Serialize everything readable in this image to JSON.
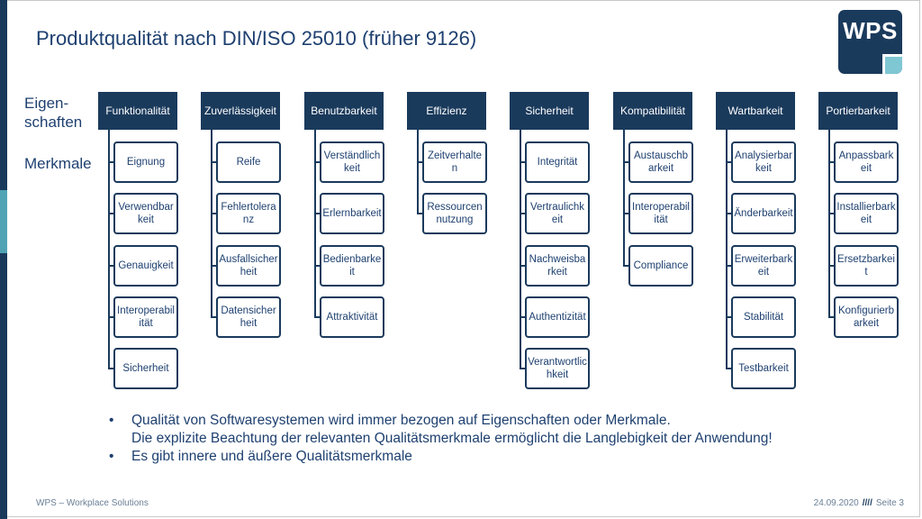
{
  "title": "Produktqualität nach DIN/ISO 25010 (früher 9126)",
  "logo": {
    "text": "WPS",
    "icon": "wps-logo"
  },
  "row_labels": {
    "properties": "Eigen-\nschaften",
    "characteristics": "Merkmale"
  },
  "columns": [
    {
      "name": "Funktionalität",
      "items": [
        "Eignung",
        "Verwendbarkeit",
        "Genauigkeit",
        "Interoperabilität",
        "Sicherheit"
      ]
    },
    {
      "name": "Zuverlässigkeit",
      "items": [
        "Reife",
        "Fehlertoleranz",
        "Ausfallsicherheit",
        "Datensicherheit"
      ]
    },
    {
      "name": "Benutzbarkeit",
      "items": [
        "Verständlichkeit",
        "Erlernbarkeit",
        "Bedienbarkeit",
        "Attraktivität"
      ]
    },
    {
      "name": "Effizienz",
      "items": [
        "Zeitverhalten",
        "Ressourcennutzung"
      ]
    },
    {
      "name": "Sicherheit",
      "items": [
        "Integrität",
        "Vertraulichkeit",
        "Nachweisbarkeit",
        "Authentizität",
        "Verantwortlichkeit"
      ]
    },
    {
      "name": "Kompatibilität",
      "items": [
        "Austauschbarkeit",
        "Interoperabilität",
        "Compliance"
      ]
    },
    {
      "name": "Wartbarkeit",
      "items": [
        "Analysierbarkeit",
        "Änderbarkeit",
        "Erweiterbarkeit",
        "Stabilität",
        "Testbarkeit"
      ]
    },
    {
      "name": "Portierbarkeit",
      "items": [
        "Anpassbarkeit",
        "Installierbarkeit",
        "Ersetzbarkeit",
        "Konfigurierbarkeit"
      ]
    }
  ],
  "bullets": [
    "Qualität von Softwaresystemen wird immer bezogen auf Eigenschaften oder Merkmale.\nDie explizite Beachtung der relevanten Qualitätsmerkmale ermöglicht die Langlebigkeit der Anwendung!",
    "Es gibt innere und äußere Qualitätsmerkmale"
  ],
  "footer": {
    "left": "WPS – Workplace Solutions",
    "date": "24.09.2020",
    "separator": "////",
    "page": "Seite 3"
  },
  "colors": {
    "primary": "#1a3a5c",
    "accent": "#4fa3b5",
    "logo_square": "#7fc7d3"
  }
}
